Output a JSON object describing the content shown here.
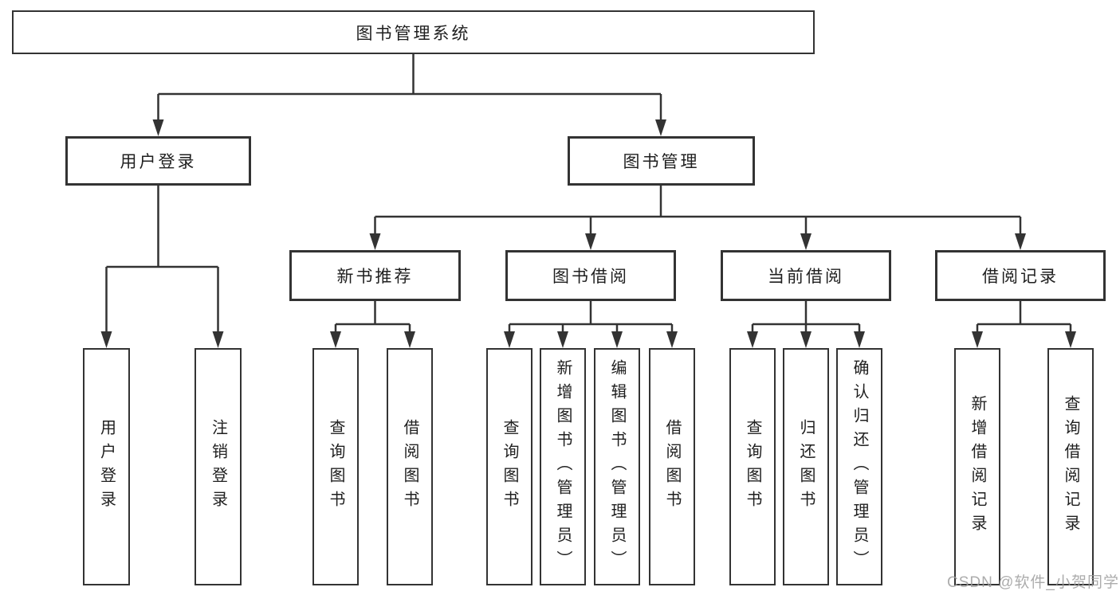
{
  "diagram": {
    "title": "图书管理系统",
    "tree": {
      "root": {
        "label": "图书管理系统"
      },
      "l2": [
        {
          "label": "用户登录",
          "children": [
            {
              "label": "用户登录"
            },
            {
              "label": "注销登录"
            }
          ]
        },
        {
          "label": "图书管理",
          "sections": [
            {
              "label": "新书推荐",
              "children": [
                {
                  "label": "查询图书"
                },
                {
                  "label": "借阅图书"
                }
              ]
            },
            {
              "label": "图书借阅",
              "children": [
                {
                  "label": "查询图书"
                },
                {
                  "label": "新增图书（管理员）"
                },
                {
                  "label": "编辑图书（管理员）"
                },
                {
                  "label": "借阅图书"
                }
              ]
            },
            {
              "label": "当前借阅",
              "children": [
                {
                  "label": "查询图书"
                },
                {
                  "label": "归还图书"
                },
                {
                  "label": "确认归还（管理员）"
                }
              ]
            },
            {
              "label": "借阅记录",
              "children": [
                {
                  "label": "新增借阅记录"
                },
                {
                  "label": "查询借阅记录"
                }
              ]
            }
          ]
        }
      ]
    }
  },
  "watermark": {
    "text": "CSDN @软件_小贺同学"
  },
  "colors": {
    "line": "#333333",
    "box_border": "#333333",
    "box_background": "#ffffff",
    "text": "#1f1f1f",
    "watermark": "#9e9e9e"
  }
}
